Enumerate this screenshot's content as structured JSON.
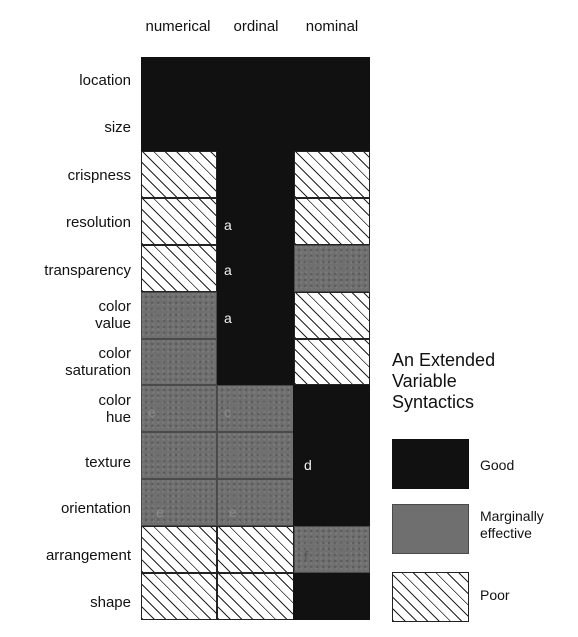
{
  "columns": {
    "numerical": "numerical",
    "ordinal": "ordinal",
    "nominal": "nominal"
  },
  "rows": {
    "location": "location",
    "size": "size",
    "crispness": "crispness",
    "resolution": "resolution",
    "transparency": "transparency",
    "color_value": "color\nvalue",
    "color_saturation": "color\nsaturation",
    "color_hue": "color\nhue",
    "texture": "texture",
    "orientation": "orientation",
    "arrangement": "arrangement",
    "shape": "shape"
  },
  "matrix": {
    "location": [
      "good",
      "good",
      "good"
    ],
    "size": [
      "good",
      "good",
      "good"
    ],
    "crispness": [
      "poor",
      "good",
      "poor"
    ],
    "resolution": [
      "poor",
      "good",
      "poor"
    ],
    "transparency": [
      "poor",
      "good",
      "marginal"
    ],
    "color_value": [
      "marginal",
      "good",
      "poor"
    ],
    "color_saturation": [
      "marginal",
      "good",
      "poor"
    ],
    "color_hue": [
      "marginal",
      "marginal",
      "good"
    ],
    "texture": [
      "marginal",
      "marginal",
      "good"
    ],
    "orientation": [
      "marginal",
      "marginal",
      "good"
    ],
    "arrangement": [
      "poor",
      "poor",
      "marginal"
    ],
    "shape": [
      "poor",
      "poor",
      "good"
    ]
  },
  "notes": {
    "resolution_ordinal": "a",
    "transparency_ordinal": "a",
    "color_value_ordinal": "a",
    "color_hue_numerical": "e",
    "color_hue_ordinal": "c",
    "texture_nominal": "d",
    "orientation_numerical": "e",
    "orientation_ordinal": "e",
    "arrangement_nominal": "f"
  },
  "legend": {
    "title": "An Extended\nVariable\nSyntactics",
    "good": "Good",
    "marginal": "Marginally\neffective",
    "poor": "Poor"
  },
  "colors": {
    "good": "#111111",
    "marginal": "#6f6f6f",
    "poor_hatch": "#222222"
  }
}
